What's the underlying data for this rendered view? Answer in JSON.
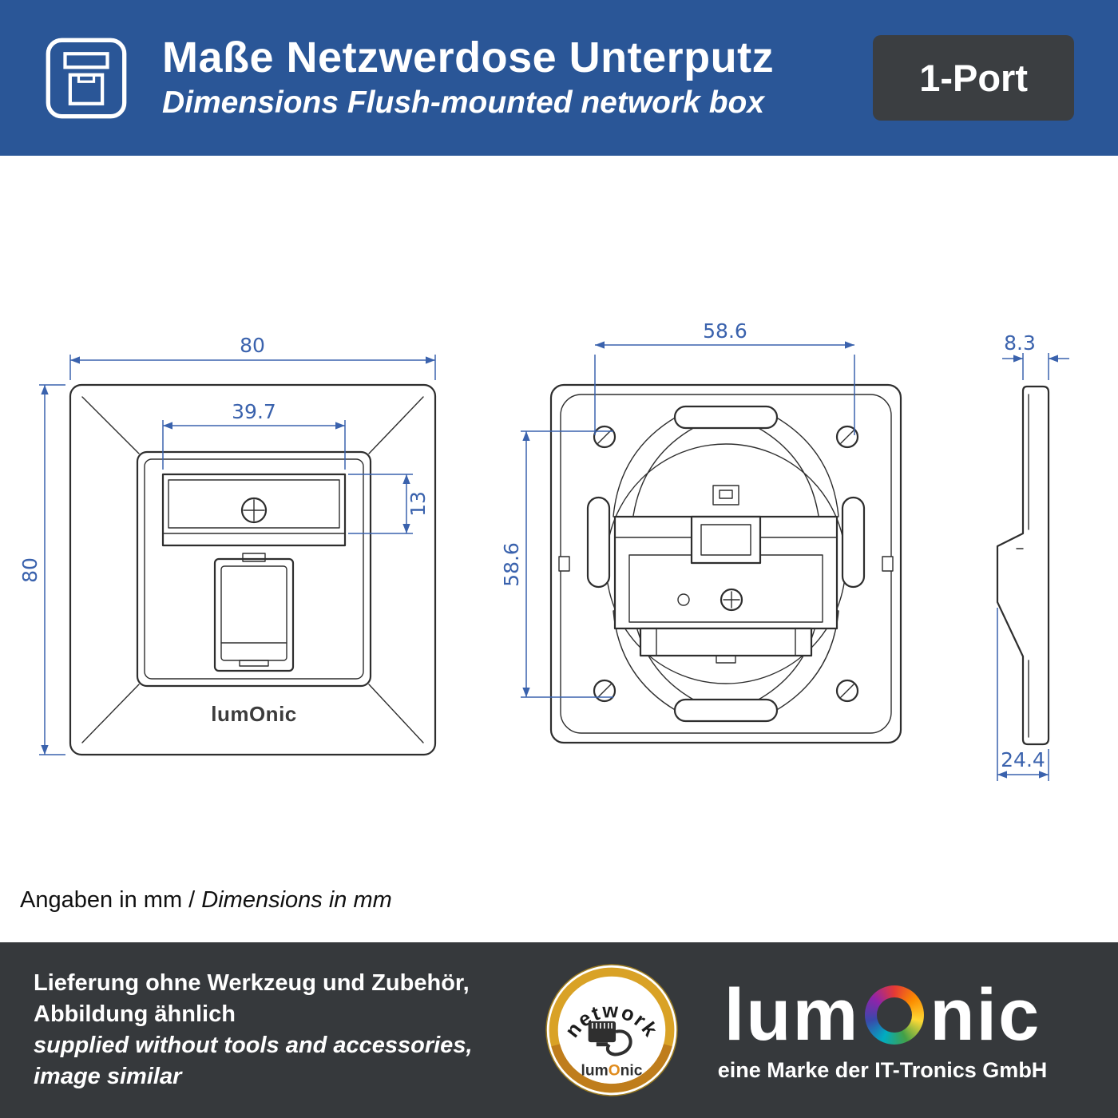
{
  "header": {
    "title": "Maße Netzwerdose Unterputz",
    "subtitle": "Dimensions Flush-mounted network box",
    "port_badge": "1-Port"
  },
  "drawing": {
    "front": {
      "dim_width": "80",
      "dim_height": "80",
      "dim_window_width": "39.7",
      "dim_label_height": "13",
      "brand": "lumOnic"
    },
    "back": {
      "dim_hole_spacing_h": "58.6",
      "dim_hole_spacing_v": "58.6"
    },
    "side": {
      "dim_frame_depth": "8.3",
      "dim_total_depth": "24.4"
    }
  },
  "note": {
    "de": "Angaben in mm",
    "separator": " / ",
    "en": "Dimensions in mm"
  },
  "footer": {
    "line1": "Lieferung ohne Werkzeug und Zubehör,",
    "line2": "Abbildung ähnlich",
    "line3": "supplied without tools and accessories,",
    "line4": "image similar",
    "badge": {
      "top": "network",
      "brand_prefix": "lum",
      "brand_o": "O",
      "brand_suffix": "nic"
    },
    "logo_prefix": "lum",
    "logo_suffix": "nic",
    "tagline": "eine Marke der IT-Tronics GmbH"
  },
  "colors": {
    "header_blue": "#2a5697",
    "footer_gray": "#36393c",
    "dimension_blue": "#3a62ad",
    "badge_gold": "#d9a226"
  }
}
